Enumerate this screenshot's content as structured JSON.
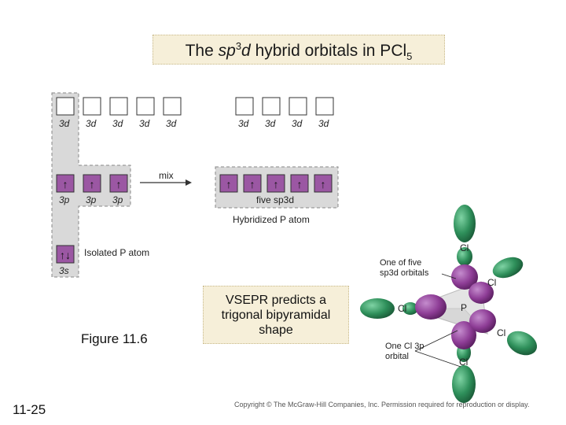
{
  "title": {
    "pre": "The ",
    "hybrid": "sp",
    "hybrid_sup": "3",
    "hybrid_d": "d",
    "mid": " hybrid orbitals in PCl",
    "sub": "5"
  },
  "isolated": {
    "d_labels": [
      "3d",
      "3d",
      "3d",
      "3d",
      "3d"
    ],
    "p_labels": [
      "3p",
      "3p",
      "3p"
    ],
    "s_label": "3s",
    "caption": "Isolated P atom"
  },
  "mix_label": "mix",
  "hybridized": {
    "d_labels": [
      "3d",
      "3d",
      "3d",
      "3d"
    ],
    "sp3d_label": "five sp3d",
    "caption": "Hybridized P atom"
  },
  "figure_label": "Figure 11.6",
  "vsepr_text": "VSEPR predicts a trigonal bipyramidal shape",
  "molecule": {
    "center": "P",
    "ligands": [
      "Cl",
      "Cl",
      "Cl",
      "Cl",
      "Cl"
    ],
    "annot_sp3d": "One of five sp3d orbitals",
    "annot_3p": "One Cl 3p orbital"
  },
  "page_number": "11-25",
  "copyright": "Copyright © The McGraw-Hill Companies, Inc. Permission required for reproduction or display.",
  "colors": {
    "orbital_purple": "#8e3d96",
    "cl_green": "#2e8f5a",
    "dashed_gray": "#d6d6d6"
  }
}
